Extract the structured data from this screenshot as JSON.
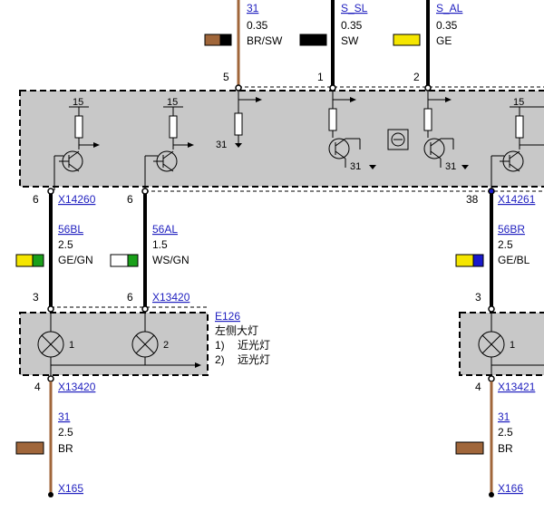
{
  "top_wires": [
    {
      "signal": "31",
      "gauge": "0.35",
      "color_code": "BR/SW",
      "pin": "5",
      "swatch_left": "#a0663a",
      "swatch_right": "#000000"
    },
    {
      "signal": "S_SL",
      "gauge": "0.35",
      "color_code": "SW",
      "pin": "1",
      "swatch_left": "#000000",
      "swatch_right": "#000000"
    },
    {
      "signal": "S_AL",
      "gauge": "0.35",
      "color_code": "GE",
      "pin": "2",
      "swatch_left": "#f5e600",
      "swatch_right": "#f5e600"
    }
  ],
  "module": {
    "labels_15": [
      "15",
      "15",
      "15"
    ],
    "labels_31": [
      "31",
      "31",
      "31"
    ]
  },
  "lower_left": {
    "pin_a": "6",
    "conn_a": "X14260",
    "wire_a": {
      "signal": "56BL",
      "gauge": "2.5",
      "color_code": "GE/GN"
    },
    "pin_b": "6",
    "wire_b": {
      "signal": "56AL",
      "gauge": "1.5",
      "color_code": "WS/GN"
    },
    "lamp_pin_a": "3",
    "lamp_pin_b": "6",
    "lamp_conn": "X13420",
    "lamp": {
      "id": "E126",
      "name": "左侧大灯",
      "item1_num": "1)",
      "item1": "近光灯",
      "item2_num": "2)",
      "item2": "远光灯",
      "bulb1": "1",
      "bulb2": "2"
    },
    "out_pin": "4",
    "out_conn": "X13420",
    "out_wire": {
      "signal": "31",
      "gauge": "2.5",
      "color_code": "BR"
    },
    "ground": "X165"
  },
  "lower_right": {
    "pin": "38",
    "conn": "X14261",
    "wire": {
      "signal": "56BR",
      "gauge": "2.5",
      "color_code": "GE/BL"
    },
    "lamp_pin": "3",
    "bulb": "1",
    "out_pin": "4",
    "out_conn": "X13421",
    "out_wire": {
      "signal": "31",
      "gauge": "2.5",
      "color_code": "BR"
    },
    "ground": "X166"
  },
  "colors": {
    "brown": "#a0663a",
    "yellow": "#f5e600",
    "green": "#1aa01a",
    "blue": "#1a1acc",
    "white": "#ffffff",
    "module_fill": "#c8c8c8"
  }
}
